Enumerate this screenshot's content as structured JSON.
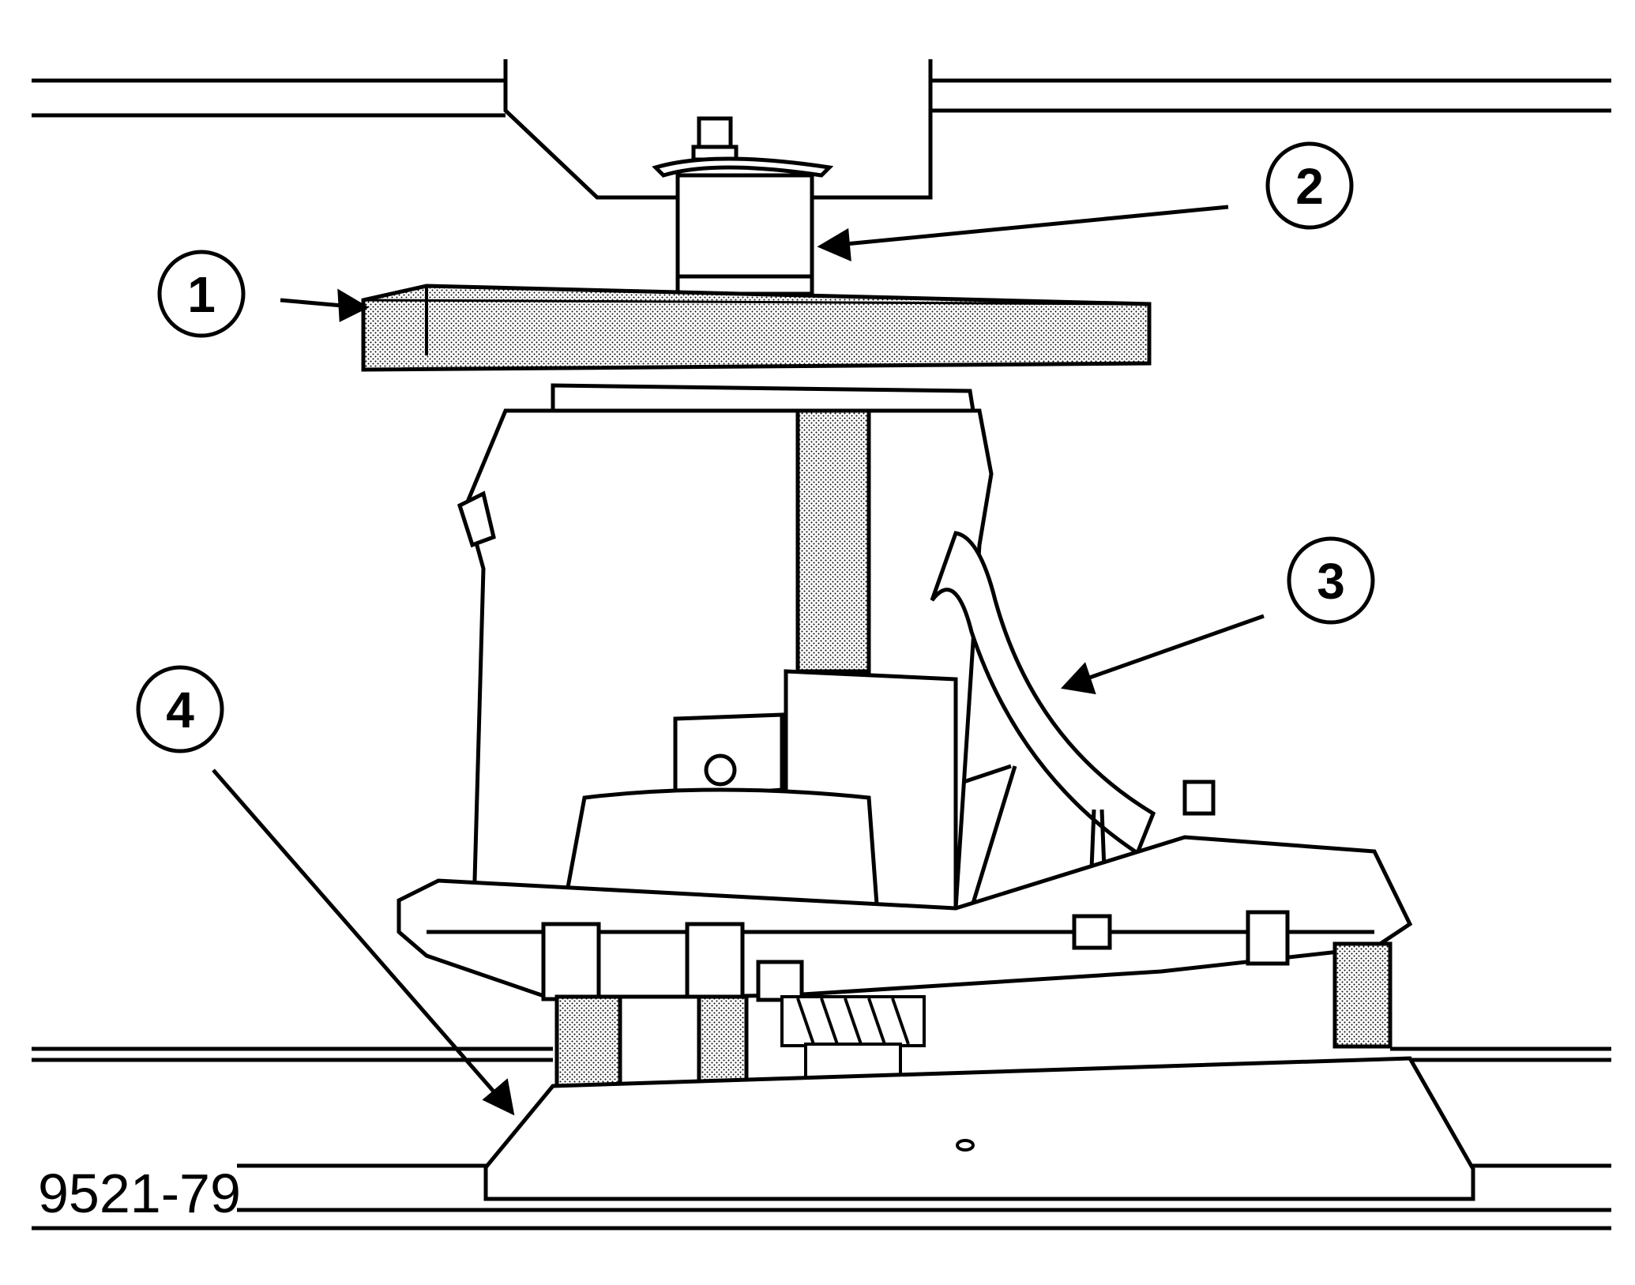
{
  "figure": {
    "id_label": "9521-79",
    "colors": {
      "line": "#000000",
      "fill": "#ffffff",
      "shade": "#c8c8c8"
    }
  },
  "callouts": [
    {
      "id": "1",
      "label": "1"
    },
    {
      "id": "2",
      "label": "2"
    },
    {
      "id": "3",
      "label": "3"
    },
    {
      "id": "4",
      "label": "4"
    }
  ]
}
